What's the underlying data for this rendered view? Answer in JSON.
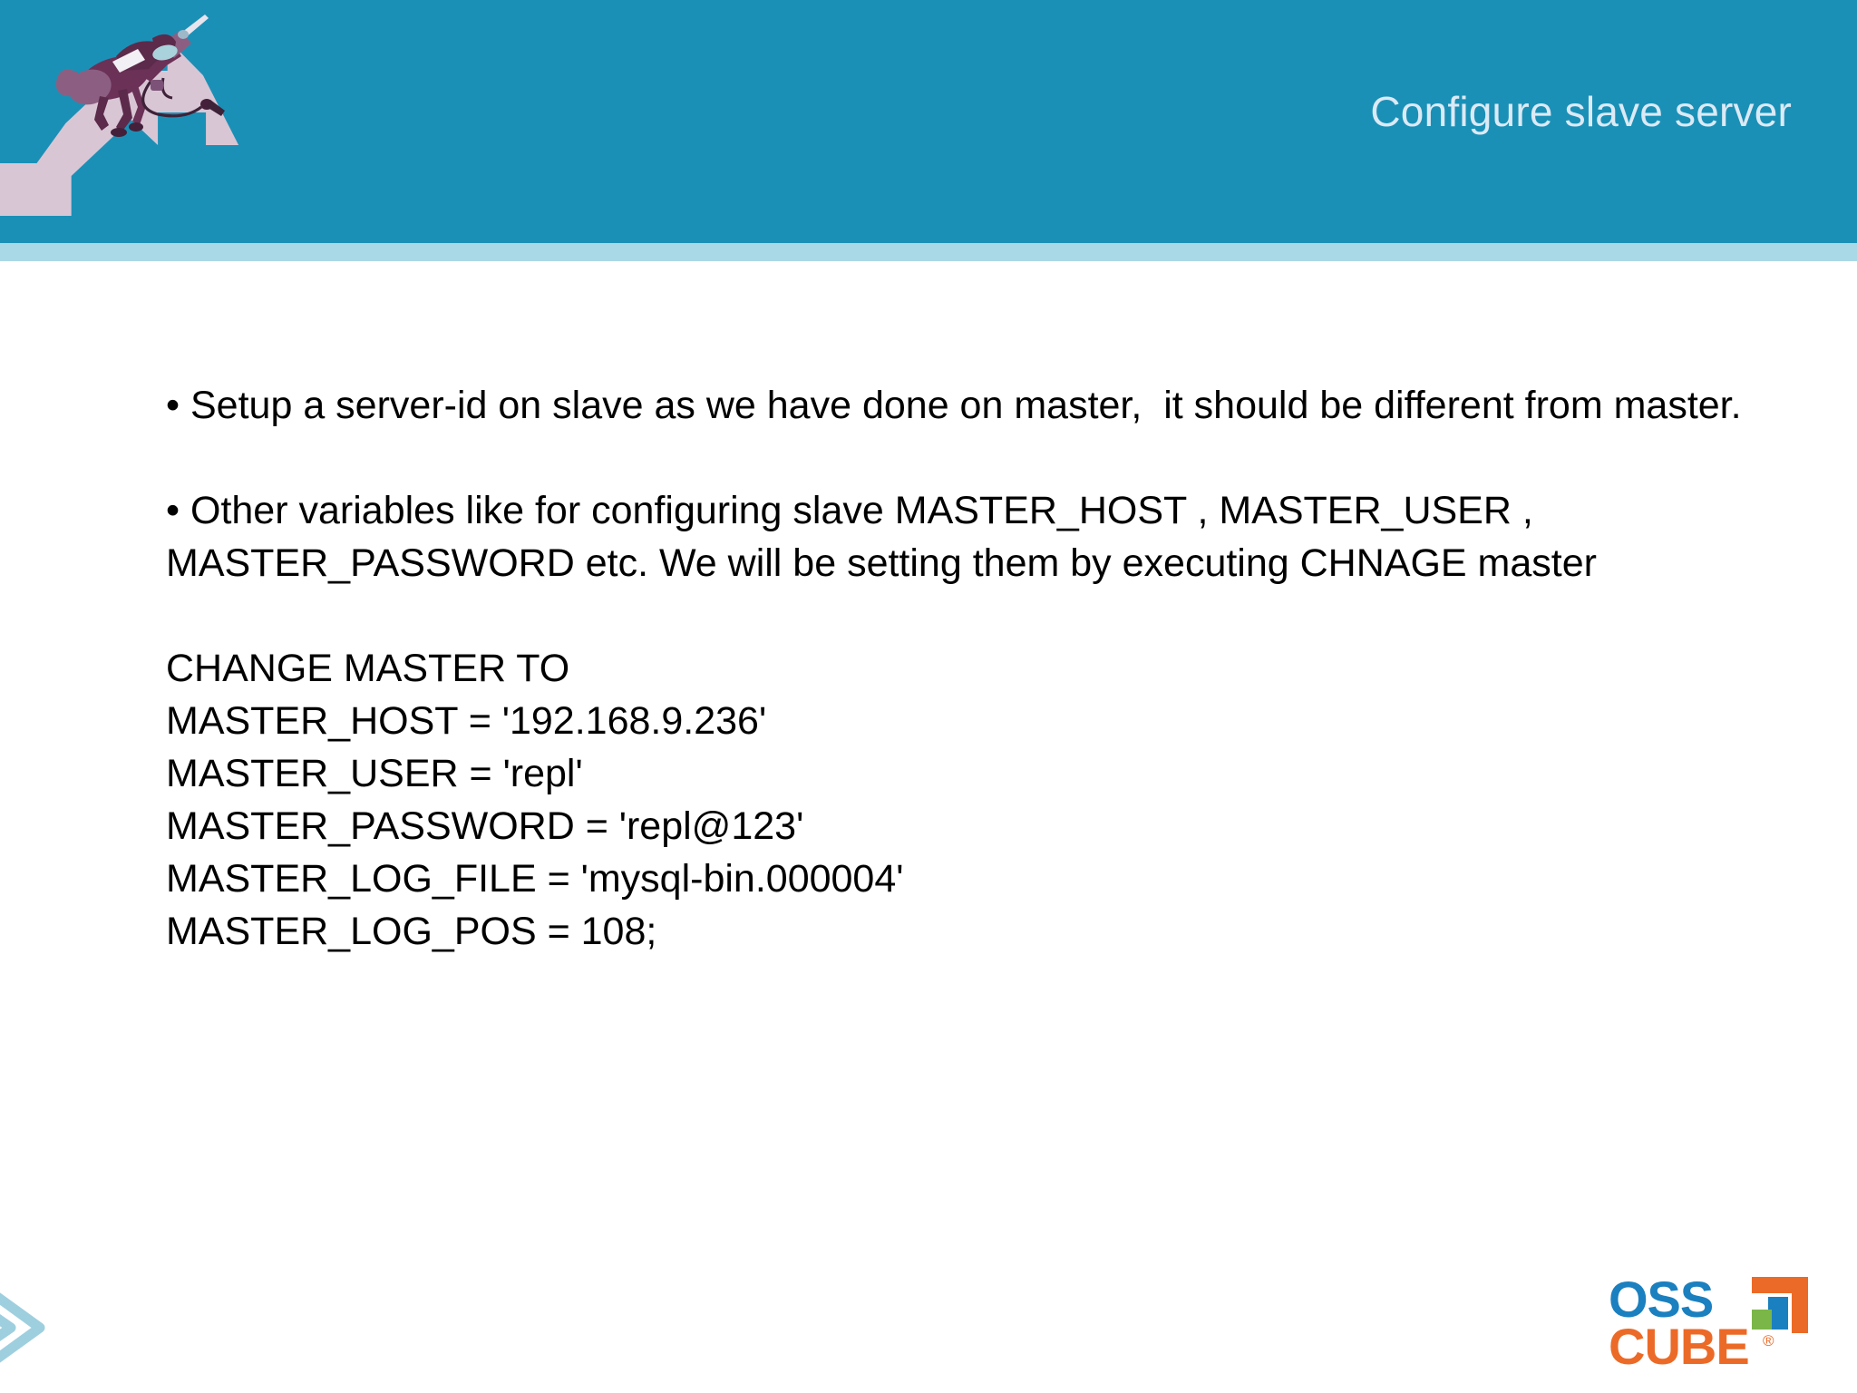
{
  "header": {
    "title": "Configure slave server",
    "background_color": "#1b90b6",
    "strip_color": "#a9d8e6",
    "title_color": "#dbeaf5",
    "illustration_name": "jockey-riding-rising-arrow"
  },
  "content": {
    "bullets": [
      "• Setup a server-id on slave as we have done on master,  it should be different from master.",
      "• Other variables like for configuring slave MASTER_HOST , MASTER_USER , MASTER_PASSWORD etc. We will be setting them by executing CHNAGE master"
    ],
    "code_lines": [
      "CHANGE MASTER TO",
      "MASTER_HOST = '192.168.9.236'",
      "MASTER_USER = 'repl'",
      "MASTER_PASSWORD = 'repl@123'",
      "MASTER_LOG_FILE = 'mysql-bin.000004'",
      "MASTER_LOG_POS = 108;"
    ]
  },
  "footer": {
    "chevron_color": "#9ecfdf",
    "logo": {
      "text_primary": "OSS",
      "text_secondary": "CUBE",
      "registered_mark": "®",
      "color_primary": "#1b80bf",
      "color_secondary": "#ec6a27",
      "accent_green": "#7ab648"
    }
  }
}
